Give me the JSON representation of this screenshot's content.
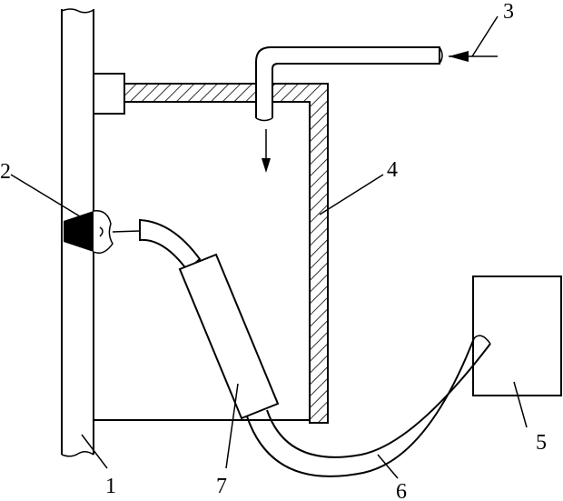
{
  "diagram": {
    "labels": {
      "l1": "1",
      "l2": "2",
      "l3": "3",
      "l4": "4",
      "l5": "5",
      "l6": "6",
      "l7": "7"
    },
    "colors": {
      "ink": "#000000",
      "paper": "#ffffff"
    }
  }
}
